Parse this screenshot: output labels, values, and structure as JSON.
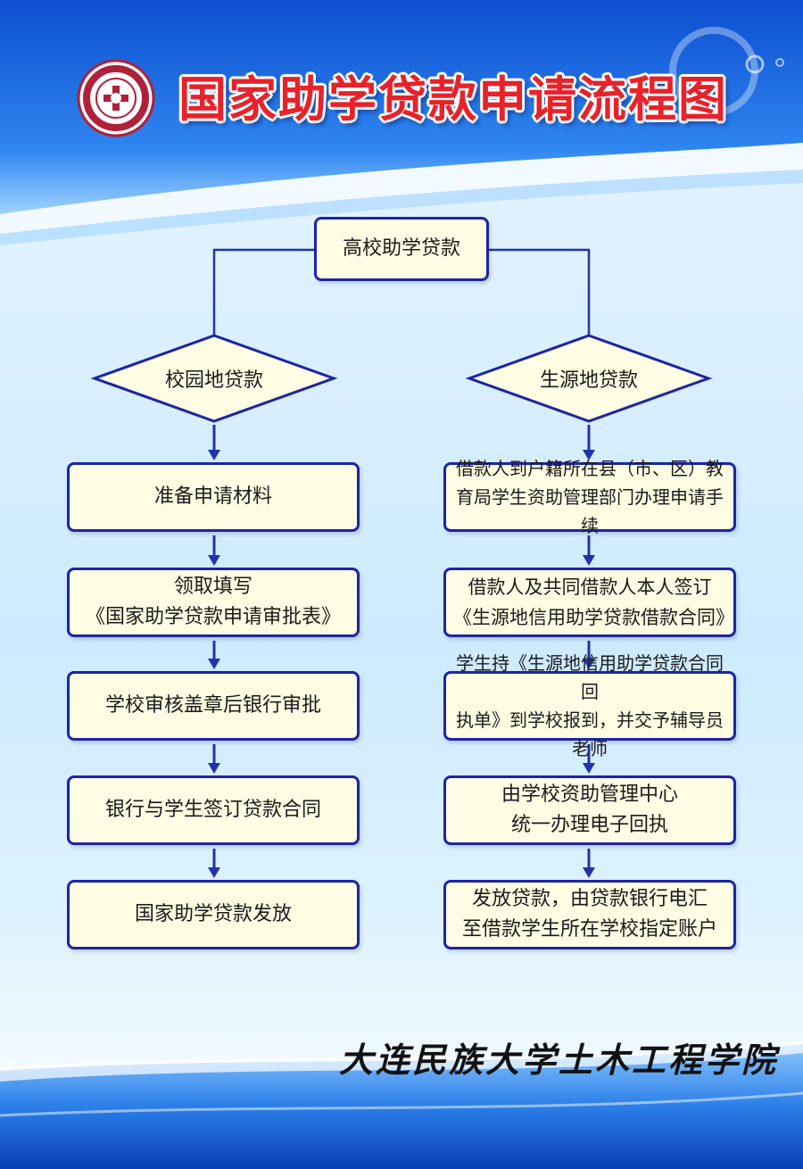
{
  "title": "国家助学贷款申请流程图",
  "colors": {
    "title": "#e7222a",
    "box_border": "#1c24a8",
    "box_fill": "#fffde3",
    "arrow": "#2233aa",
    "logo": "#b0203a"
  },
  "top_node": "高校助学贷款",
  "left_branch": {
    "decision": "校园地贷款",
    "steps": [
      "准备申请材料",
      "领取填写\n《国家助学贷款申请审批表》",
      "学校审核盖章后银行审批",
      "银行与学生签订贷款合同",
      "国家助学贷款发放"
    ]
  },
  "right_branch": {
    "decision": "生源地贷款",
    "steps": [
      "借款人到户籍所在县（市、区）教\n育局学生资助管理部门办理申请手续",
      "借款人及共同借款人本人签订\n《生源地信用助学贷款借款合同》",
      "学生持《生源地信用助学贷款合同回\n执单》到学校报到，并交予辅导员老师",
      "由学校资助管理中心\n统一办理电子回执",
      "发放贷款，由贷款银行电汇\n至借款学生所在学校指定账户"
    ]
  },
  "footer": "大连民族大学土木工程学院",
  "logo_icon": "college-emblem-icon"
}
